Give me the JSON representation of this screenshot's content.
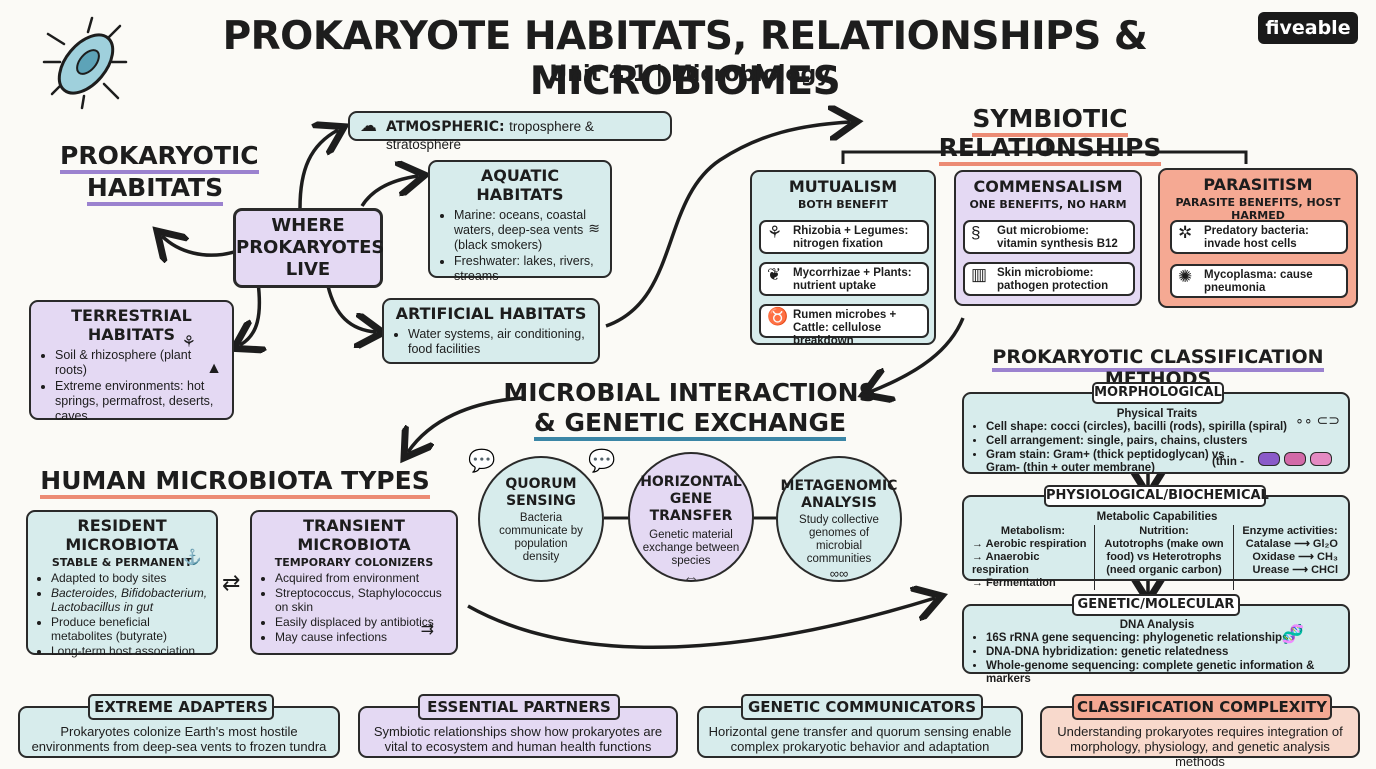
{
  "title": "PROKARYOTE HABITATS, RELATIONSHIPS & MICROBIOMES",
  "subtitle": "Unit 4.1 | Microbiology",
  "brand": "fiveable",
  "habitats": {
    "heading": [
      "PROKARYOTIC",
      "HABITATS"
    ],
    "center": [
      "WHERE",
      "PROKARYOTES",
      "LIVE"
    ],
    "atmospheric": {
      "label": "ATMOSPHERIC:",
      "text": "troposphere & stratosphere"
    },
    "aquatic": {
      "title": "AQUATIC HABITATS",
      "items": [
        "Marine: oceans, coastal waters, deep-sea vents (black smokers)",
        "Freshwater: lakes, rivers, streams"
      ]
    },
    "terrestrial": {
      "title": "TERRESTRIAL HABITATS",
      "items": [
        "Soil & rhizosphere (plant roots)",
        "Extreme environments: hot springs, permafrost, deserts, caves"
      ]
    },
    "artificial": {
      "title": "ARTIFICIAL HABITATS",
      "items": [
        "Water systems, air conditioning, food facilities"
      ]
    }
  },
  "symbiotic": {
    "heading": "SYMBIOTIC RELATIONSHIPS",
    "mutualism": {
      "title": "MUTUALISM",
      "sub": "BOTH BENEFIT",
      "items": [
        "Rhizobia + Legumes: nitrogen fixation",
        "Mycorrhizae + Plants: nutrient uptake",
        "Rumen microbes + Cattle: cellulose breakdown"
      ]
    },
    "commensalism": {
      "title": "COMMENSALISM",
      "sub": "ONE BENEFITS, NO HARM",
      "items": [
        "Gut microbiome: vitamin synthesis B12",
        "Skin microbiome: pathogen protection"
      ]
    },
    "parasitism": {
      "title": "PARASITISM",
      "sub": "PARASITE BENEFITS, HOST HARMED",
      "items": [
        "Predatory bacteria: invade host cells",
        "Mycoplasma: cause pneumonia"
      ]
    }
  },
  "interactions": {
    "heading": [
      "MICROBIAL INTERACTIONS",
      "& GENETIC EXCHANGE"
    ],
    "quorum": {
      "title": [
        "QUORUM",
        "SENSING"
      ],
      "text": "Bacteria communicate by population density"
    },
    "hgt": {
      "title": [
        "HORIZONTAL",
        "GENE TRANSFER"
      ],
      "text": "Genetic material exchange between species"
    },
    "meta": {
      "title": [
        "METAGENOMIC",
        "ANALYSIS"
      ],
      "text": "Study collective genomes of microbial communities"
    }
  },
  "microbiota": {
    "heading": "HUMAN MICROBIOTA TYPES",
    "resident": {
      "title": "RESIDENT MICROBIOTA",
      "sub": "STABLE & PERMANENT",
      "items": [
        "Adapted to body sites",
        "Bacteroides, Bifidobacterium, Lactobacillus in gut",
        "Produce beneficial metabolites (butyrate)",
        "Long-term host association"
      ]
    },
    "transient": {
      "title": "TRANSIENT MICROBIOTA",
      "sub": "TEMPORARY COLONIZERS",
      "items": [
        "Acquired from environment",
        "Streptococcus, Staphylococcus on skin",
        "Easily displaced by antibiotics",
        "May cause infections"
      ]
    }
  },
  "classification": {
    "heading": "PROKARYOTIC CLASSIFICATION METHODS",
    "morph": {
      "tag": "MORPHOLOGICAL",
      "sub": "Physical Traits",
      "items": [
        "Cell shape: cocci (circles), bacilli (rods), spirilla (spiral)",
        "Cell arrangement: single, pairs, chains, clusters",
        "Gram stain: Gram+ (thick peptidoglycan) vs Gram- (thin + outer membrane)"
      ],
      "extra": "(thin -"
    },
    "phys": {
      "tag": "PHYSIOLOGICAL/BIOCHEMICAL",
      "sub": "Metabolic Capabilities",
      "metab_title": "Metabolism:",
      "metab": [
        "→ Aerobic respiration",
        "→ Anaerobic respiration",
        "→ Fermentation"
      ],
      "nutr_title": "Nutrition:",
      "nutr": "Autotrophs (make own food) vs Heterotrophs (need organic carbon)",
      "enz_title": "Enzyme activities:",
      "enz": [
        "Catalase ⟶ Gl₂O",
        "Oxidase ⟶ CH₃",
        "Urease ⟶ CHCl"
      ]
    },
    "genetic": {
      "tag": "GENETIC/MOLECULAR",
      "sub": "DNA Analysis",
      "items": [
        "16S rRNA gene sequencing: phylogenetic relationships",
        "DNA-DNA hybridization: genetic relatedness",
        "Whole-genome sequencing: complete genetic information & markers"
      ]
    }
  },
  "footer": [
    {
      "tag": "EXTREME ADAPTERS",
      "text": "Prokaryotes colonize Earth's most hostile environments from deep-sea vents to frozen tundra"
    },
    {
      "tag": "ESSENTIAL PARTNERS",
      "text": "Symbiotic relationships show how prokaryotes are vital to ecosystem and human health functions"
    },
    {
      "tag": "GENETIC COMMUNICATORS",
      "text": "Horizontal gene transfer and quorum sensing enable complex prokaryotic behavior and adaptation"
    },
    {
      "tag": "CLASSIFICATION COMPLEXITY",
      "text": "Understanding prokaryotes requires integration of morphology, physiology, and genetic analysis methods"
    }
  ],
  "colors": {
    "blue": "#d7ecec",
    "purple": "#e4d9f3",
    "coral": "#f5a993",
    "peach": "#f8d9cc"
  }
}
